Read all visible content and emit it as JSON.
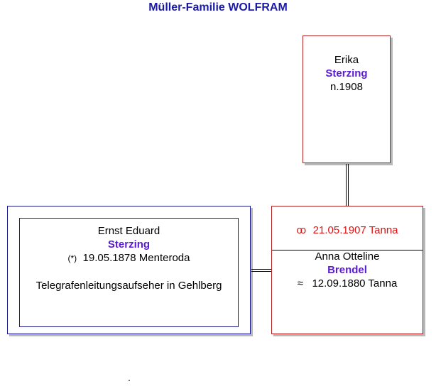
{
  "title": "Müller-Familie WOLFRAM",
  "erika": {
    "given": "Erika",
    "surname": "Sterzing",
    "born": "n.1908"
  },
  "ernst": {
    "given": "Ernst Eduard",
    "surname": "Sterzing",
    "birth_symbol": "(*)",
    "birth": "19.05.1878 Menteroda",
    "occupation": "Telegrafenleitungsaufseher in Gehlberg"
  },
  "marriage": {
    "symbol": "oo",
    "text": "21.05.1907 Tanna"
  },
  "anna": {
    "given": "Anna Otteline",
    "surname": "Brendel",
    "birth_symbol": "≈",
    "birth": "12.09.1880 Tanna"
  },
  "footer_mark": ".",
  "colors": {
    "title": "#1a1aa6",
    "surname": "#5a1ad6",
    "marriage": "#e01010",
    "female_border": "#b22222",
    "male_border": "#1a1a8c"
  }
}
